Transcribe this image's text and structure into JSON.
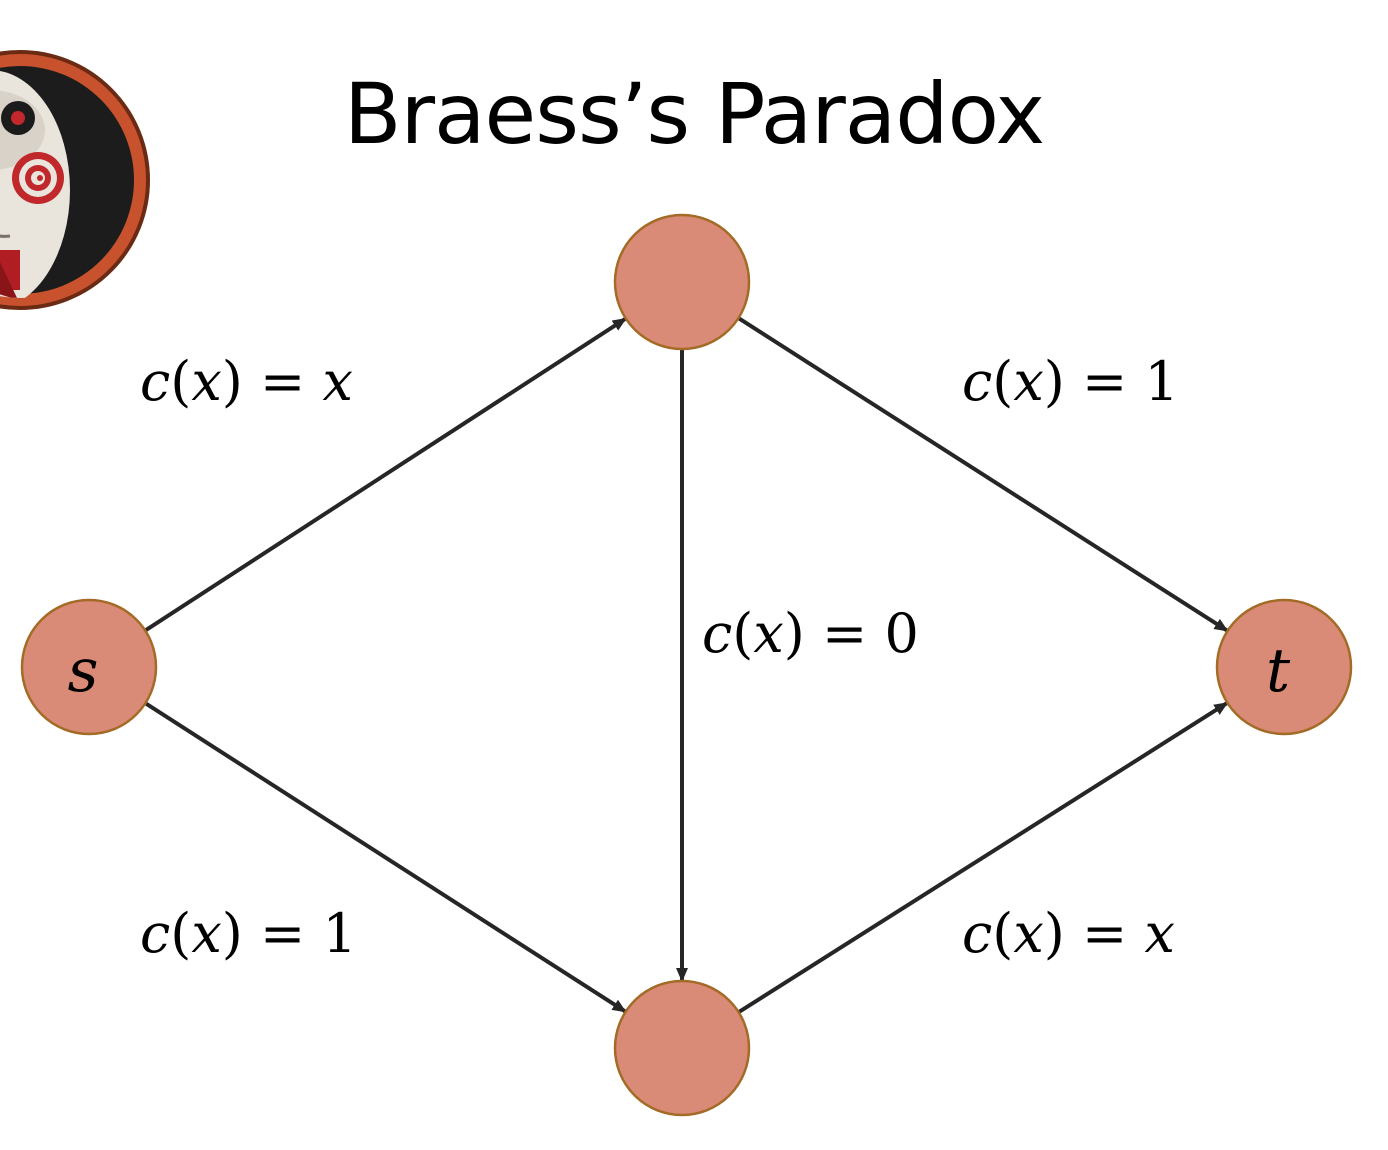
{
  "title": "Braess’s Paradox",
  "colors": {
    "node_fill": "#da8b77",
    "node_stroke": "#a36b26",
    "edge": "#262626",
    "logo_ring": "#c9522e",
    "logo_dark": "#1c1c1c"
  },
  "logo": {
    "icon": "jigsaw-puppet-logo-icon"
  },
  "nodes": [
    {
      "id": "s",
      "label": "s"
    },
    {
      "id": "top",
      "label": ""
    },
    {
      "id": "bottom",
      "label": ""
    },
    {
      "id": "t",
      "label": "t"
    }
  ],
  "edges": [
    {
      "id": "s-top",
      "from": "s",
      "to": "top",
      "cost_fn": "c",
      "cost_var": "x",
      "cost_value": "x",
      "cost_value_is_var": true
    },
    {
      "id": "top-t",
      "from": "top",
      "to": "t",
      "cost_fn": "c",
      "cost_var": "x",
      "cost_value": "1",
      "cost_value_is_var": false
    },
    {
      "id": "top-bottom",
      "from": "top",
      "to": "bottom",
      "cost_fn": "c",
      "cost_var": "x",
      "cost_value": "0",
      "cost_value_is_var": false
    },
    {
      "id": "s-bottom",
      "from": "s",
      "to": "bottom",
      "cost_fn": "c",
      "cost_var": "x",
      "cost_value": "1",
      "cost_value_is_var": false
    },
    {
      "id": "bottom-t",
      "from": "bottom",
      "to": "t",
      "cost_fn": "c",
      "cost_var": "x",
      "cost_value": "x",
      "cost_value_is_var": true
    }
  ]
}
